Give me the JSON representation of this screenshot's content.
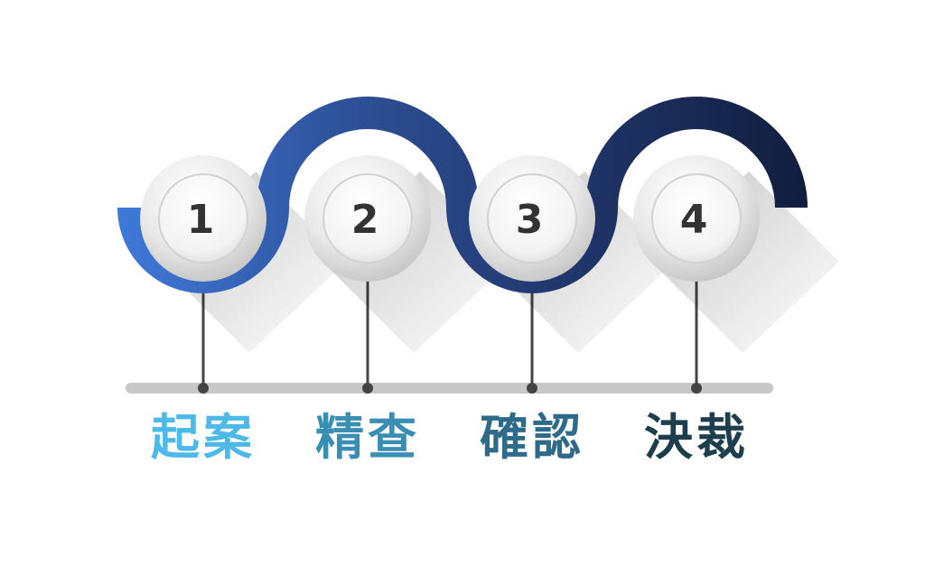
{
  "steps": [
    {
      "number": "1",
      "label": "起案",
      "color": "#4cb9e8"
    },
    {
      "number": "2",
      "label": "精查",
      "color": "#3a8db3"
    },
    {
      "number": "3",
      "label": "確認",
      "color": "#2e6b8a"
    },
    {
      "number": "4",
      "label": "決裁",
      "color": "#1d3f4d"
    }
  ],
  "wave_gradient": [
    "#3f79da",
    "#2d4f95",
    "#1f3468",
    "#121d3d"
  ],
  "timeline_color": "#c8c8c8"
}
